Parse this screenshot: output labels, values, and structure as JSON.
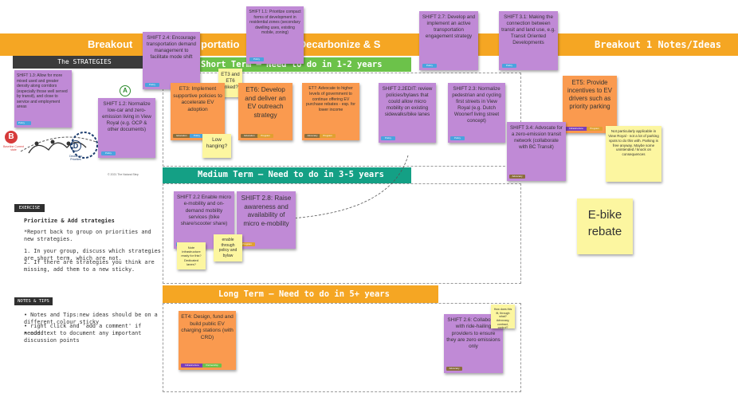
{
  "banner": {
    "left_text": "Breakout",
    "middle_text": "portatio",
    "right_middle_text": "ify/Decarbonize & S",
    "notes_title": "Breakout 1 Notes/Ideas"
  },
  "strategies": {
    "title": "The STRATEGIES",
    "note_text": "SHIFT 1.3: Allow for more mixed used and greater density along corridors (especially those well served by transit), and close to service and employment areas",
    "note_tag": "Policy",
    "label_b": "B",
    "label_b_caption": "Baseline Current state",
    "label_d": "D",
    "label_d_caption": "Decide on Priorities",
    "label_a": "A",
    "credit": "© 2021 The Natural Step"
  },
  "exercise": {
    "badge": "EXERCISE",
    "heading": "Prioritize & Add strategies",
    "intro": "*Report back to group on priorities and new strategies.",
    "steps": [
      "1. In your group, discuss which strategies are short term, which are not.",
      "2. If there are strategies you think are missing, add them to a new sticky."
    ]
  },
  "notes_tips": {
    "badge": "NOTES & TIPS",
    "items": [
      "• Notes and Tips:new ideas should be on a different colour sticky",
      "• right click and 'add a comment' if needed",
      "• add text to document any important discussion points"
    ]
  },
  "sections": {
    "short": "Short Term – Need to do in 1-2 years",
    "medium": "Medium Term – Need to do in 3-5 years",
    "long": "Long Term – Need to do in 5+ years"
  },
  "stickies": {
    "shift_1_1": {
      "text": "SHIFT 1.1: Prioritize compact forms of development in residential zones (secondary dwelling uses, existing mobile, zoning)",
      "tag": "Policy"
    },
    "shift_2_4": {
      "text": "SHIFT 2.4: Encourage transportation demand management to facilitate mode shift",
      "tag": "Policy"
    },
    "shift_2_7": {
      "text": "SHIFT 2.7: Develop and implement an active transportation engagement strategy",
      "tag": "Policy"
    },
    "shift_3_1": {
      "text": "SHIFT 3.1: Making the connection between transit and land use, e.g. Transit Oriented Developments",
      "tag": "Policy"
    },
    "shift_1_2": {
      "text": "SHIFT 1.2: Normalize low-car and zero-emission living in View Royal (e.g. OCP & other documents)",
      "tag": "Policy"
    },
    "et3_et6": {
      "text": "ET3 and ET6 linked?"
    },
    "et3": {
      "text": "ET3: Implement supportive policies to accelerate EV adoption",
      "tags": [
        "Education",
        "Policy"
      ]
    },
    "low_hanging": {
      "text": "Low hanging?"
    },
    "et6": {
      "text": "ET6: Develop and deliver an EV outreach strategy",
      "tags": [
        "Education",
        "Program"
      ]
    },
    "et7": {
      "text": "ET7: Advocate to higher levels of government to continue offering EV purchase rebates - esp. for lower income",
      "tags": [
        "Advocacy",
        "Program"
      ]
    },
    "shift_2_2edit": {
      "text": "SHIFT 2.2EDIT: review policies/bylaws that could allow micro mobility on existing sidewalks/bike lanes",
      "tag": "Policy"
    },
    "shift_2_3": {
      "text": "SHIFT 2.3: Normalize pedestrian and cycling first streets in View Royal (e.g. Dutch Woonerf living street concept)",
      "tag": "Policy"
    },
    "et5": {
      "text": "ET5: Provide incentives to EV drivers such as priority parking",
      "tags": [
        "Infrastructure",
        "Program"
      ]
    },
    "shift_3_4": {
      "text": "SHIFT 3.4: Advocate for a zero-emission transit network (collaborate with BC Transit)",
      "tag": "Advocacy"
    },
    "parking_note": {
      "text": "Not particularly applicable in View Royal - not a lot of parking spots to do this with. Parking is free anyway. Maybe some unintended / knock on consequences"
    },
    "ebike": {
      "text": "E-bike rebate"
    },
    "shift_2_2": {
      "text": "SHIFT 2.2 Enable micro e-mobility and on-demand mobility services (bike share/scooter share)",
      "tag": "Policy"
    },
    "shift_2_8": {
      "text": "SHIFT 2.8: Raise awareness and availability of micro e-mobility",
      "tag": "Program"
    },
    "infra_note": {
      "text": "Note infrastructure ready for this? Dedicated lanes?"
    },
    "enable_note": {
      "text": "enable through policy and bylaw"
    },
    "et4": {
      "text": "ET4: Design, fund and build public EV charging stations (with CRD)",
      "tags": [
        "Infrastructure",
        "Partnership"
      ]
    },
    "shift_2_6": {
      "text": "SHIFT 2.6: Collaborate with ride-hailing providers to ensure they are zero emissions only",
      "tag": "Advocacy"
    },
    "ride_note": {
      "text": "How does this fit, through what? Advocacy, contract, control?"
    }
  },
  "colors": {
    "banner": "#f5a623",
    "short_header": "#6cc24a",
    "medium_header": "#14a085",
    "long_header": "#f5a623",
    "sticky_purple": "#c08ad6",
    "sticky_orange": "#fa9a4f",
    "sticky_yellow": "#fcf6a0"
  }
}
